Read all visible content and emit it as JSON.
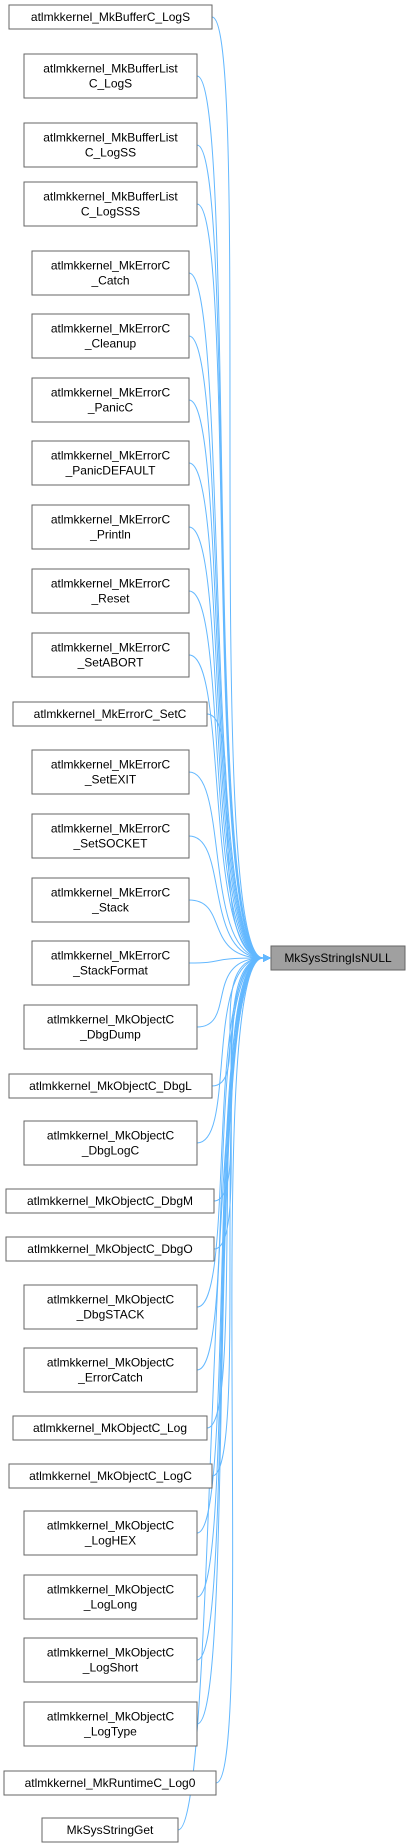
{
  "target": {
    "label": "MkSysStringIsNULL"
  },
  "callers": [
    {
      "id": "n1",
      "lines": [
        "atlmkkernel_MkBufferC_LogS"
      ]
    },
    {
      "id": "n2",
      "lines": [
        "atlmkkernel_MkBufferList",
        "C_LogS"
      ]
    },
    {
      "id": "n3",
      "lines": [
        "atlmkkernel_MkBufferList",
        "C_LogSS"
      ]
    },
    {
      "id": "n4",
      "lines": [
        "atlmkkernel_MkBufferList",
        "C_LogSSS"
      ]
    },
    {
      "id": "n5",
      "lines": [
        "atlmkkernel_MkErrorC",
        "_Catch"
      ]
    },
    {
      "id": "n6",
      "lines": [
        "atlmkkernel_MkErrorC",
        "_Cleanup"
      ]
    },
    {
      "id": "n7",
      "lines": [
        "atlmkkernel_MkErrorC",
        "_PanicC"
      ]
    },
    {
      "id": "n8",
      "lines": [
        "atlmkkernel_MkErrorC",
        "_PanicDEFAULT"
      ]
    },
    {
      "id": "n9",
      "lines": [
        "atlmkkernel_MkErrorC",
        "_Println"
      ]
    },
    {
      "id": "n10",
      "lines": [
        "atlmkkernel_MkErrorC",
        "_Reset"
      ]
    },
    {
      "id": "n11",
      "lines": [
        "atlmkkernel_MkErrorC",
        "_SetABORT"
      ]
    },
    {
      "id": "n12",
      "lines": [
        "atlmkkernel_MkErrorC_SetC"
      ]
    },
    {
      "id": "n13",
      "lines": [
        "atlmkkernel_MkErrorC",
        "_SetEXIT"
      ]
    },
    {
      "id": "n14",
      "lines": [
        "atlmkkernel_MkErrorC",
        "_SetSOCKET"
      ]
    },
    {
      "id": "n15",
      "lines": [
        "atlmkkernel_MkErrorC",
        "_Stack"
      ]
    },
    {
      "id": "n16",
      "lines": [
        "atlmkkernel_MkErrorC",
        "_StackFormat"
      ]
    },
    {
      "id": "n17",
      "lines": [
        "atlmkkernel_MkObjectC",
        "_DbgDump"
      ]
    },
    {
      "id": "n18",
      "lines": [
        "atlmkkernel_MkObjectC_DbgL"
      ]
    },
    {
      "id": "n19",
      "lines": [
        "atlmkkernel_MkObjectC",
        "_DbgLogC"
      ]
    },
    {
      "id": "n20",
      "lines": [
        "atlmkkernel_MkObjectC_DbgM"
      ]
    },
    {
      "id": "n21",
      "lines": [
        "atlmkkernel_MkObjectC_DbgO"
      ]
    },
    {
      "id": "n22",
      "lines": [
        "atlmkkernel_MkObjectC",
        "_DbgSTACK"
      ]
    },
    {
      "id": "n23",
      "lines": [
        "atlmkkernel_MkObjectC",
        "_ErrorCatch"
      ]
    },
    {
      "id": "n24",
      "lines": [
        "atlmkkernel_MkObjectC_Log"
      ]
    },
    {
      "id": "n25",
      "lines": [
        "atlmkkernel_MkObjectC_LogC"
      ]
    },
    {
      "id": "n26",
      "lines": [
        "atlmkkernel_MkObjectC",
        "_LogHEX"
      ]
    },
    {
      "id": "n27",
      "lines": [
        "atlmkkernel_MkObjectC",
        "_LogLong"
      ]
    },
    {
      "id": "n28",
      "lines": [
        "atlmkkernel_MkObjectC",
        "_LogShort"
      ]
    },
    {
      "id": "n29",
      "lines": [
        "atlmkkernel_MkObjectC",
        "_LogType"
      ]
    },
    {
      "id": "n30",
      "lines": [
        "atlmkkernel_MkRuntimeC_Log0"
      ]
    },
    {
      "id": "n31",
      "lines": [
        "MkSysStringGet"
      ]
    }
  ],
  "colors": {
    "edge": "#63b8ff",
    "target_fill": "#a0a0a0",
    "border": "#666666"
  }
}
